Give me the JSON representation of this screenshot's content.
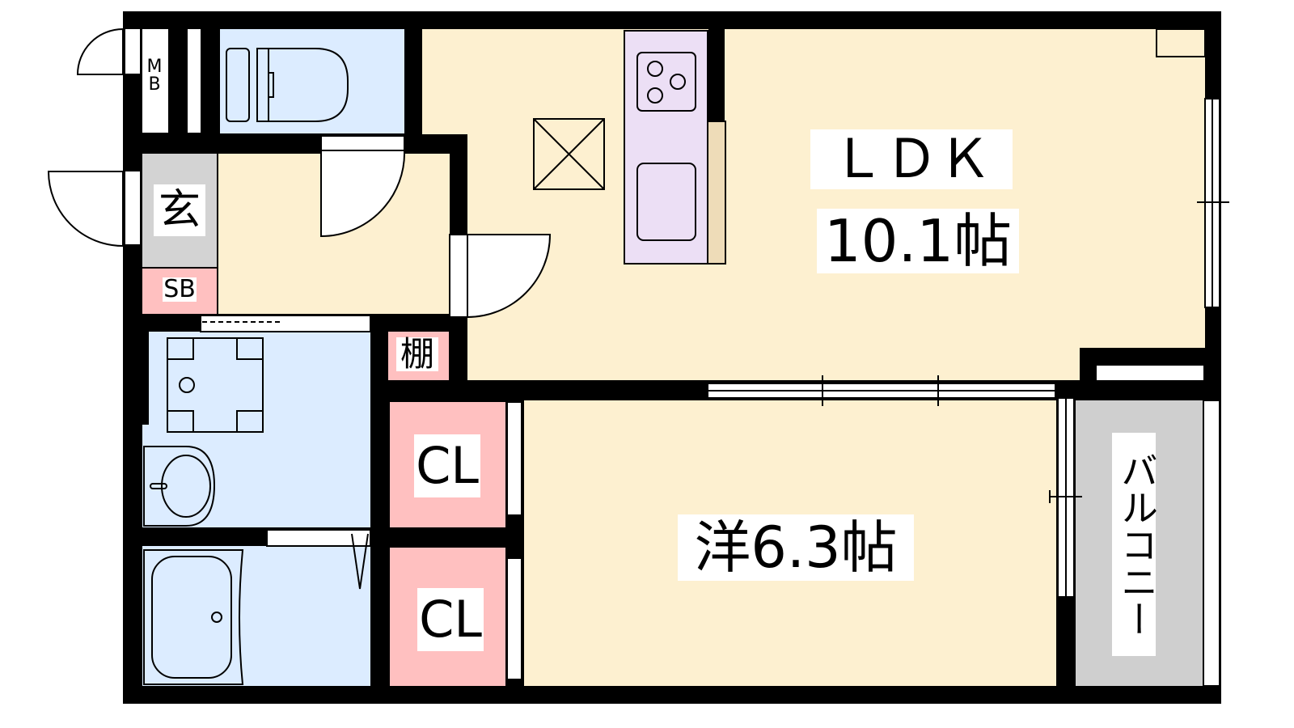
{
  "rooms": {
    "ldk": {
      "name": "ＬＤＫ",
      "size": "10.1帖"
    },
    "western": {
      "label": "洋6.3帖"
    },
    "genkan": "玄",
    "shoebox": "SB",
    "shelf": "棚",
    "closet_1": "CL",
    "closet_2": "CL",
    "meter_box": "M\nB",
    "balcony": "バルコニー"
  },
  "colors": {
    "floor": "#fdf0d0",
    "wet_area": "#dcecff",
    "storage": "#ffc0c0",
    "entrance": "#d3d3d3",
    "kitchen": "#ecdff5",
    "wall": "#000000"
  }
}
